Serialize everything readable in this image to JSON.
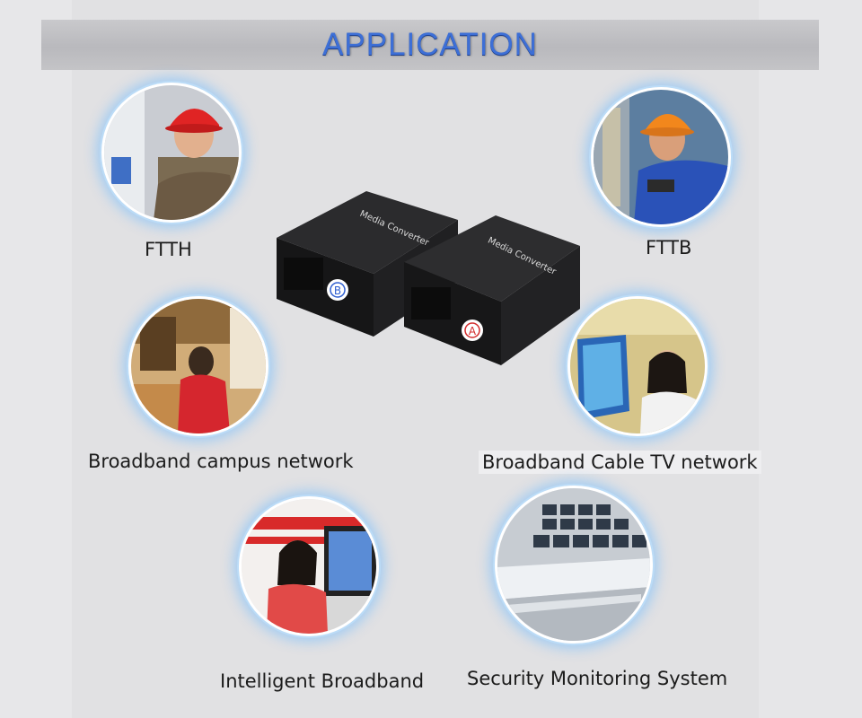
{
  "banner": {
    "title": "APPLICATION"
  },
  "applications": [
    {
      "label": "FTTH"
    },
    {
      "label": "FTTB"
    },
    {
      "label": "Broadband campus network"
    },
    {
      "label": "Broadband Cable TV network"
    },
    {
      "label": "Intelligent Broadband"
    },
    {
      "label": "Security Monitoring System"
    }
  ],
  "devices": [
    {
      "name": "Media Converter",
      "port_badge": "B",
      "badge_color": "#2f5fd0"
    },
    {
      "name": "Media Converter",
      "port_badge": "A",
      "badge_color": "#d22b2b"
    }
  ]
}
